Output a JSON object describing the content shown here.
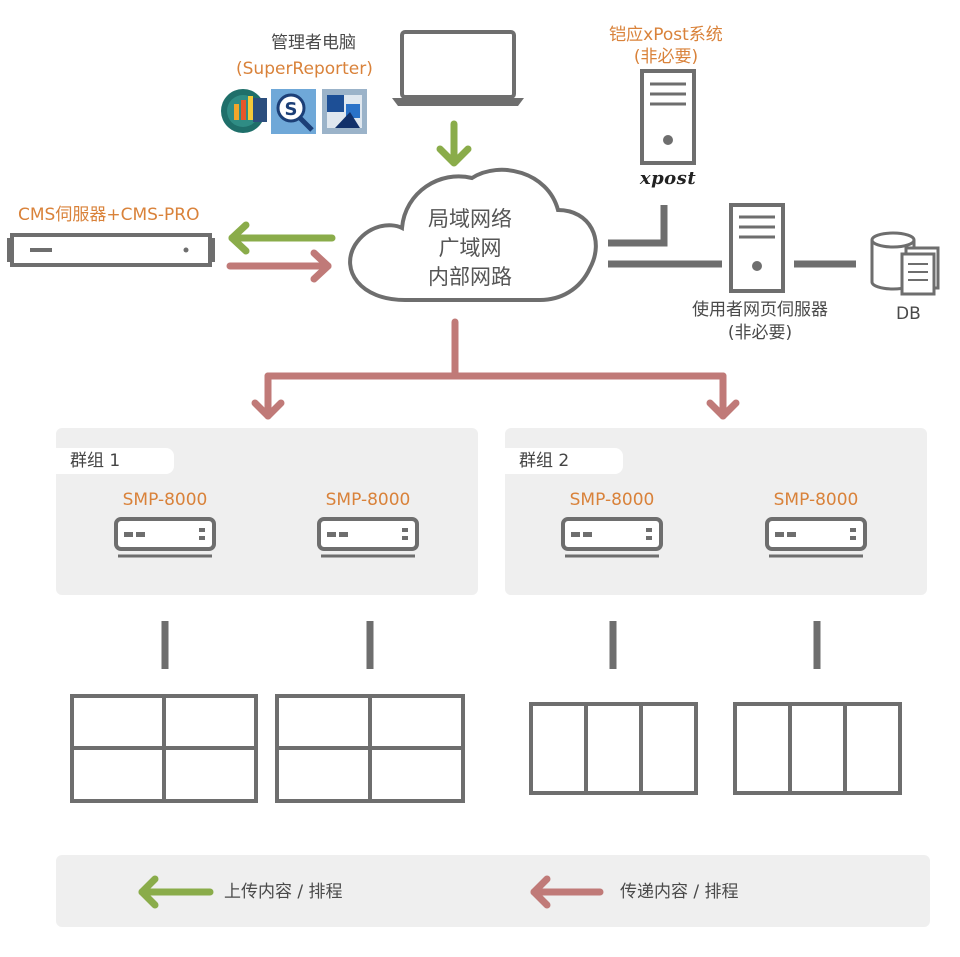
{
  "admin_pc": {
    "title": "管理者电脑",
    "subtitle": "(SuperReporter)",
    "app_icons": [
      "chart-app-icon",
      "search-s-app-icon",
      "blue-window-app-icon"
    ]
  },
  "xpost": {
    "title": "铠应xPost系统",
    "subtitle": "(非必要)",
    "logo_text": "xpost"
  },
  "cms_server": {
    "label": "CMS伺服器+CMS-PRO"
  },
  "network": {
    "line1": "局域网络",
    "line2": "广域网",
    "line3": "内部网路"
  },
  "web_server": {
    "title": "使用者网页伺服器",
    "subtitle": "(非必要)"
  },
  "db": {
    "label": "DB"
  },
  "groups": [
    {
      "label": "群组 1",
      "players": [
        "SMP-8000",
        "SMP-8000"
      ]
    },
    {
      "label": "群组 2",
      "players": [
        "SMP-8000",
        "SMP-8000"
      ]
    }
  ],
  "legend": {
    "upload_label": "上传内容 / 排程",
    "deliver_label": "传递内容 / 排程"
  },
  "colors": {
    "green_arrow": "#8aac4a",
    "red_arrow": "#c07a78",
    "device_gray": "#6e6e6e",
    "orange_text": "#d9823a",
    "panel_bg": "#efefef"
  }
}
